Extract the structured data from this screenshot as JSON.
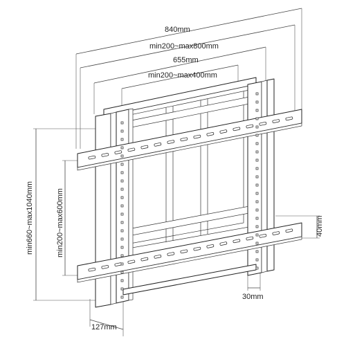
{
  "dimensions": {
    "overall_width": "840mm",
    "rail_hole_span": "min200~max800mm",
    "upright_outer_span": "655mm",
    "upright_hole_span": "min200~max400mm",
    "overall_height": "min660~max1040mm",
    "rail_vertical_span": "min200~max600mm",
    "rail_height": "40mm",
    "upright_width": "30mm",
    "depth": "127mm"
  },
  "colors": {
    "line": "#222222",
    "background": "#ffffff"
  }
}
